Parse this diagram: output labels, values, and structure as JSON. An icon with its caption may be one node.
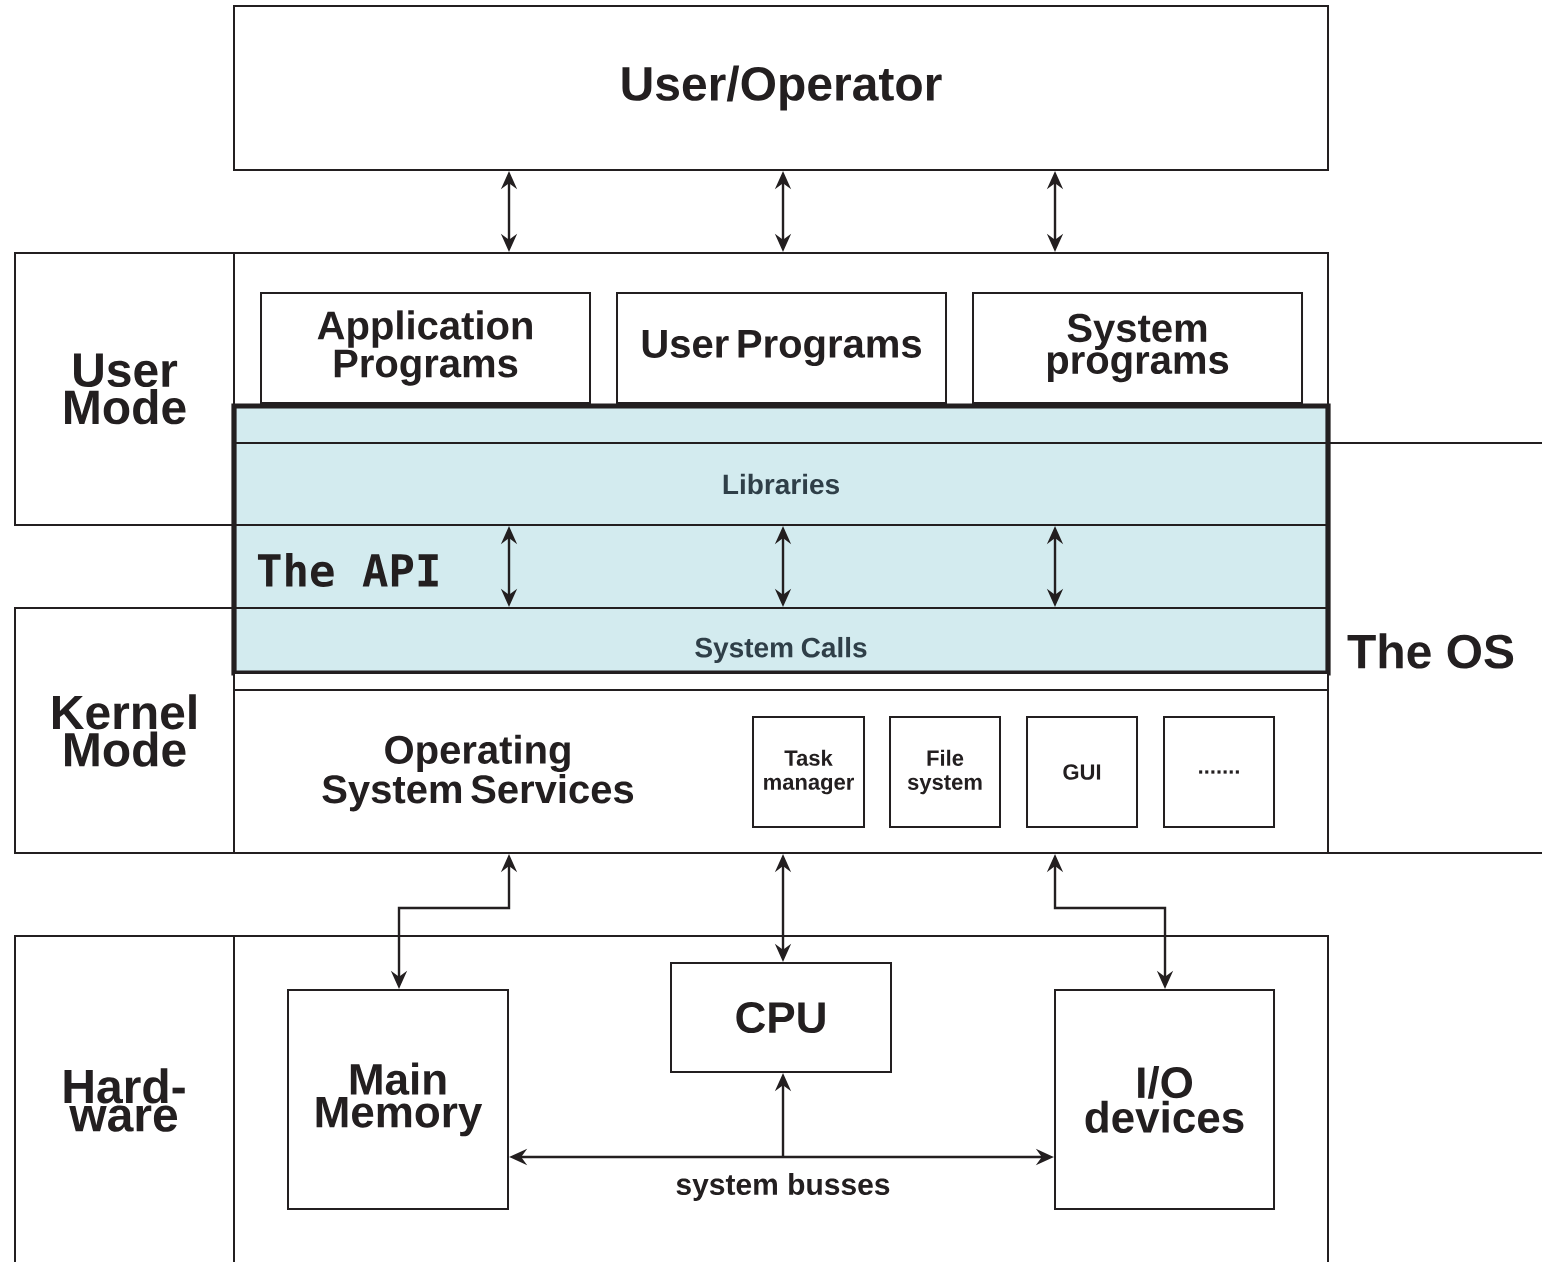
{
  "diagram": {
    "nodes": [
      {
        "text": [
          "User/Operator"
        ]
      },
      {
        "text": [
          "User Mode"
        ]
      },
      {
        "text": [
          "Kernel Mode"
        ]
      },
      {
        "text": [
          "Hard- ware"
        ]
      },
      {
        "text": [],
        "shape": "box"
      },
      {
        "text": [
          "Application Programs"
        ],
        "in": 4
      },
      {
        "text": [
          "User Programs"
        ],
        "in": 4
      },
      {
        "text": [
          "System programs"
        ],
        "in": 4
      },
      {
        "text": [
          "The API"
        ]
      },
      {
        "text": [
          "Libraries"
        ],
        "in": 8
      },
      {
        "text": [
          "System Calls"
        ],
        "in": 8
      },
      {
        "text": [
          "Operating System Services"
        ]
      },
      {
        "text": [
          "Task manager"
        ],
        "in": 11
      },
      {
        "text": [
          "File system"
        ],
        "in": 11
      },
      {
        "text": [
          "GUI"
        ],
        "in": 11
      },
      {
        "text": [
          "......."
        ],
        "in": 11
      },
      {
        "text": [],
        "shape": "box"
      },
      {
        "text": [
          "Main Memory"
        ],
        "in": 16
      },
      {
        "text": [
          "CPU"
        ],
        "in": 16
      },
      {
        "text": [
          "I/O devices"
        ],
        "in": 16
      }
    ],
    "edges": [
      {
        "from": 0,
        "to": 4,
        "arrow": "both"
      },
      {
        "from": 0,
        "to": 4,
        "arrow": "both"
      },
      {
        "from": 0,
        "to": 4,
        "arrow": "both"
      },
      {
        "from": 9,
        "to": 10,
        "arrow": "both"
      },
      {
        "from": 9,
        "to": 10,
        "arrow": "both"
      },
      {
        "from": 9,
        "to": 10,
        "arrow": "both"
      },
      {
        "from": 11,
        "to": 17,
        "arrow": "both"
      },
      {
        "from": 11,
        "to": 18,
        "arrow": "both"
      },
      {
        "from": 11,
        "to": 19,
        "arrow": "both"
      },
      {
        "from": 17,
        "to": 19,
        "arrow": "both",
        "label": "system busses"
      },
      {
        "from": null,
        "to": 18,
        "arrow": "to"
      }
    ],
    "labels": [
      "The OS"
    ]
  }
}
